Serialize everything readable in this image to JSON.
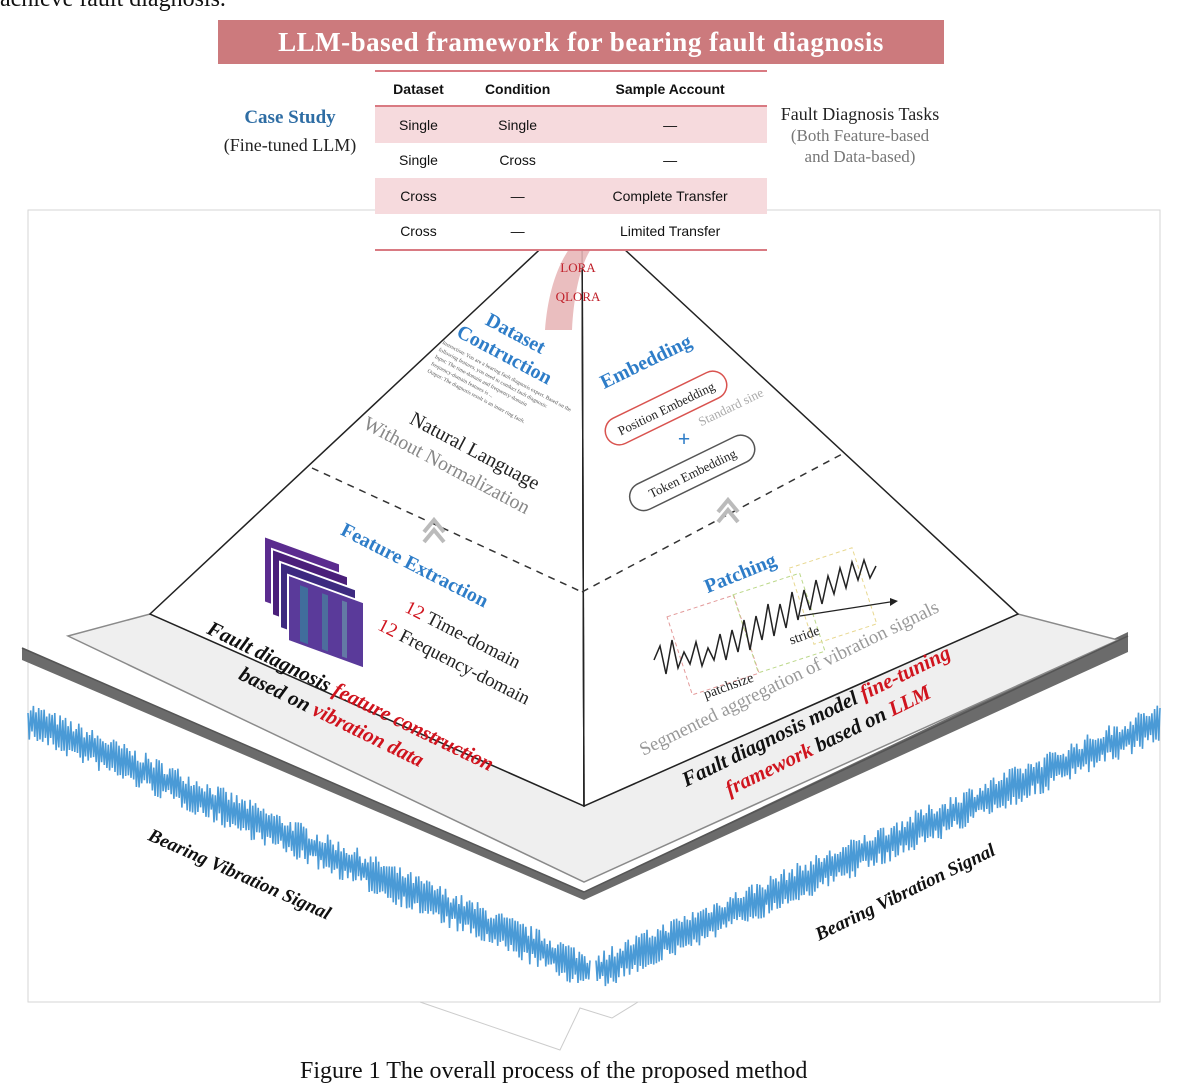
{
  "intro_line_fragment": "achieve fault diagnosis.",
  "banner_title": "LLM-based framework for bearing fault diagnosis",
  "case_study": {
    "title": "Case Study",
    "subtitle": "(Fine-tuned LLM)"
  },
  "table": {
    "headers": [
      "Dataset",
      "Condition",
      "Sample Account"
    ],
    "rows": [
      [
        "Single",
        "Single",
        "—"
      ],
      [
        "Single",
        "Cross",
        "—"
      ],
      [
        "Cross",
        "—",
        "Complete Transfer"
      ],
      [
        "Cross",
        "—",
        "Limited Transfer"
      ]
    ]
  },
  "tasks": {
    "title": "Fault Diagnosis Tasks",
    "line1": "(Both Feature-based",
    "line2": "and Data-based)"
  },
  "finetune_methods": [
    "LORA",
    "QLORA"
  ],
  "left_face": {
    "top_title_1": "Dataset",
    "top_title_2": "Contruction",
    "prompt_lines": [
      "Instruction: You are a bearing fault diagnosis expert. Based on the",
      "following features, you need to conduct fault diagnosis:",
      "Input: The time-domain and frequency-domain",
      "frequency-domain features is ...",
      "Output: The diagnosis result is an inner ring fault."
    ],
    "natural_language": "Natural Language",
    "without_normalization": "Without Normalization",
    "feature_title": "Feature Extraction",
    "time_count": "12",
    "time_label": "Time-domain",
    "freq_count": "12",
    "freq_label": "Frequency-domain"
  },
  "right_face": {
    "embedding_title": "Embedding",
    "position_embedding": "Position Embedding",
    "standard_sine": "Standard sine",
    "plus": "+",
    "token_embedding": "Token Embedding",
    "patching_title": "Patching",
    "stride": "stride",
    "patchsize": "patchsize",
    "segmented_text": "Segmented aggregation of vibration signals"
  },
  "left_base": {
    "line1_a": "Fault diagnosis",
    "line1_b": "feature construction",
    "line2_a": "based on",
    "line2_b": "vibration data"
  },
  "right_base": {
    "line1_a": "Fault diagnosis model",
    "line1_b": "fine-tuning",
    "line2_a": "framework",
    "line2_b": "based on",
    "line2_c": "LLM"
  },
  "signal_label_left": "Bearing Vibration Signal",
  "signal_label_right": "Bearing Vibration Signal",
  "caption_fragment": "Figure 1 The overall process of the proposed method",
  "colors": {
    "banner": "#cc7a7d",
    "blue": "#2e7dc8",
    "red": "#d0141e",
    "signal": "#4a9ad6",
    "table_line": "#d97a82",
    "table_shade": "#f6dadd"
  }
}
